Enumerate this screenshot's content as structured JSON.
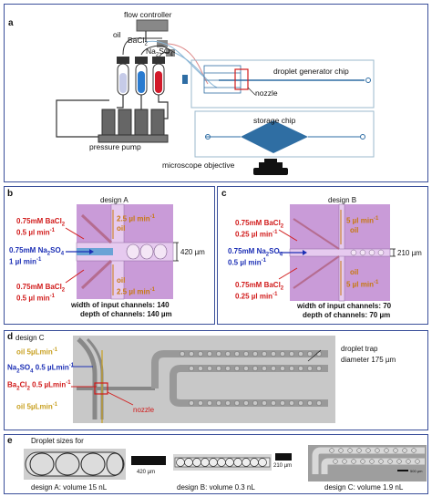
{
  "a": {
    "label": "a",
    "flow_controller": "flow controller",
    "oil": "oil",
    "bacl2": "BaCl",
    "bacl2_sub": "2",
    "na2so4_a": "Na",
    "na2so4_sub1": "2",
    "na2so4_b": "SO",
    "na2so4_sub2": "4",
    "droplet_generator_chip": "droplet generator chip",
    "nozzle": "nozzle",
    "storage_chip": "storage chip",
    "pressure_pump": "pressure pump",
    "microscope_objective": "microscope objective"
  },
  "b": {
    "label": "b",
    "design": "design A",
    "bacl2_top_1": "0.75mM BaCl",
    "bacl2_top_sub": "2",
    "bacl2_top_2": "0.5 µl min",
    "na2so4_1": "0.75mM Na",
    "na2so4_sub1": "2",
    "na2so4_mid": "SO",
    "na2so4_sub2": "4",
    "na2so4_2": "1 µl min",
    "bacl2_bot_1": "0.75mM BaCl",
    "bacl2_bot_sub": "2",
    "bacl2_bot_2": "0.5 µl min",
    "oil_top_rate": "2.5 µl min",
    "oil_top": "oil",
    "oil_bot_rate": "2.5 µl min",
    "oil_bot": "oil",
    "width_label": "420 µm",
    "input_width": "width of input channels: 140",
    "depth": "depth of channels: 140 µm",
    "sup": "-1"
  },
  "c": {
    "label": "c",
    "design": "design B",
    "bacl2_top_1": "0.75mM BaCl",
    "bacl2_top_sub": "2",
    "bacl2_top_2": "0.25 µl min",
    "na2so4_1": "0.75mM Na",
    "na2so4_sub1": "2",
    "na2so4_mid": "SO",
    "na2so4_sub2": "4",
    "na2so4_2": "0.5 µl min",
    "bacl2_bot_1": "0.75mM BaCl",
    "bacl2_bot_sub": "2",
    "bacl2_bot_2": "0.25 µl min",
    "oil_top_rate": "5 µl min",
    "oil_top": "oil",
    "oil_bot_rate": "5 µl min",
    "oil_bot": "oil",
    "width_label": "210 µm",
    "input_width": "width of input channels: 70",
    "depth": "depth of channels: 70 µm",
    "sup": "-1"
  },
  "d": {
    "label": "d",
    "design": "design C",
    "oil_top": "oil 5µLmin",
    "na2so4_a": "Na",
    "na2so4_sub1": "2",
    "na2so4_b": "SO",
    "na2so4_sub2": "4",
    "na2so4_rate": " 0.5 µLmin",
    "bacl2_a": "Ba",
    "bacl2_sub": "2",
    "bacl2_b": "Cl",
    "bacl2_sub2": "2",
    "bacl2_rate": " 0.5 µLmin",
    "oil_bot": "oil 5µLmin",
    "sup": "-1",
    "nozzle": "nozzle",
    "trap_1": "droplet trap",
    "trap_2": "diameter 175 µm"
  },
  "e": {
    "label": "e",
    "title": "Droplet sizes for",
    "scale_a": "420 µm",
    "scale_b": "210 µm",
    "scale_c": "500 µm",
    "caption_a": "design A: volume 15 nL",
    "caption_b": "design B: volume 0.3 nL",
    "caption_c": "design C: volume 1.9 nL"
  },
  "colors": {
    "panel_border": "#3a4f9a",
    "red": "#d11b1b",
    "blue": "#1c2fb5",
    "orange": "#c8780f",
    "chip_line": "#2e6da4",
    "diamond": "#2f6ea3",
    "chip_purple": "#c79ad6",
    "micrograph_gray": "#c8c8c8"
  }
}
